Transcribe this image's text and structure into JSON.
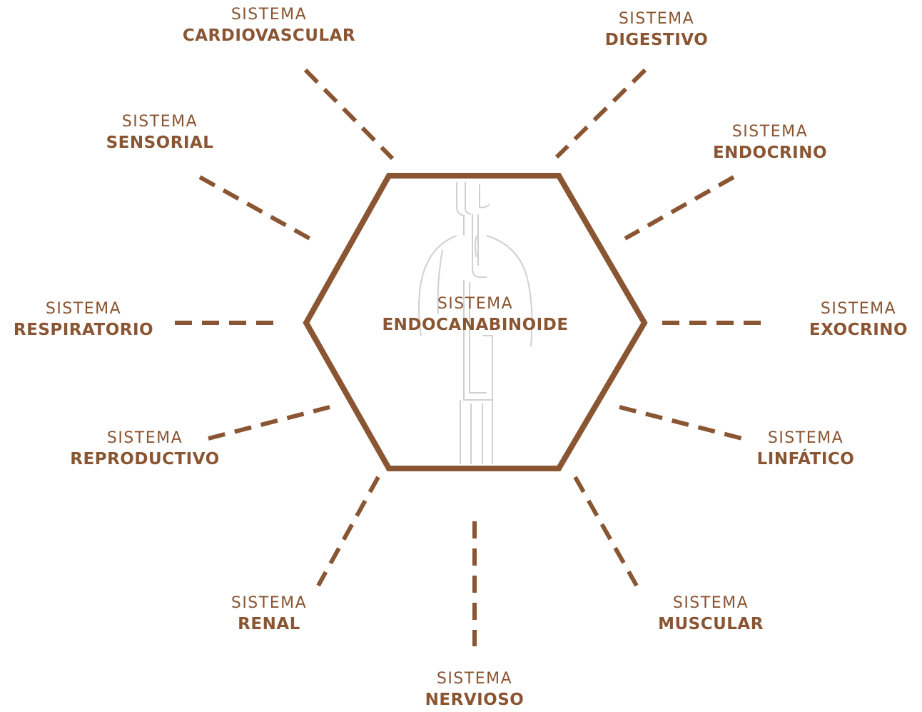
{
  "colors": {
    "accent": "#8a5532",
    "figure": "#cfcfcf",
    "background": "#ffffff"
  },
  "center": {
    "prefix": "SISTEMA",
    "name": "ENDOCANABINOIDE"
  },
  "systems": {
    "cardiovascular": {
      "prefix": "SISTEMA",
      "name": "CARDIOVASCULAR"
    },
    "digestivo": {
      "prefix": "SISTEMA",
      "name": "DIGESTIVO"
    },
    "sensorial": {
      "prefix": "SISTEMA",
      "name": "SENSORIAL"
    },
    "endocrino": {
      "prefix": "SISTEMA",
      "name": "ENDOCRINO"
    },
    "respiratorio": {
      "prefix": "SISTEMA",
      "name": "RESPIRATORIO"
    },
    "exocrino": {
      "prefix": "SISTEMA",
      "name": "EXOCRINO"
    },
    "reproductivo": {
      "prefix": "SISTEMA",
      "name": "REPRODUCTIVO"
    },
    "linfatico": {
      "prefix": "SISTEMA",
      "name": "LINFÁTICO"
    },
    "renal": {
      "prefix": "SISTEMA",
      "name": "RENAL"
    },
    "muscular": {
      "prefix": "SISTEMA",
      "name": "MUSCULAR"
    },
    "nervioso": {
      "prefix": "SISTEMA",
      "name": "NERVIOSO"
    }
  },
  "icons": {
    "center_figure": "human-body-outline"
  }
}
